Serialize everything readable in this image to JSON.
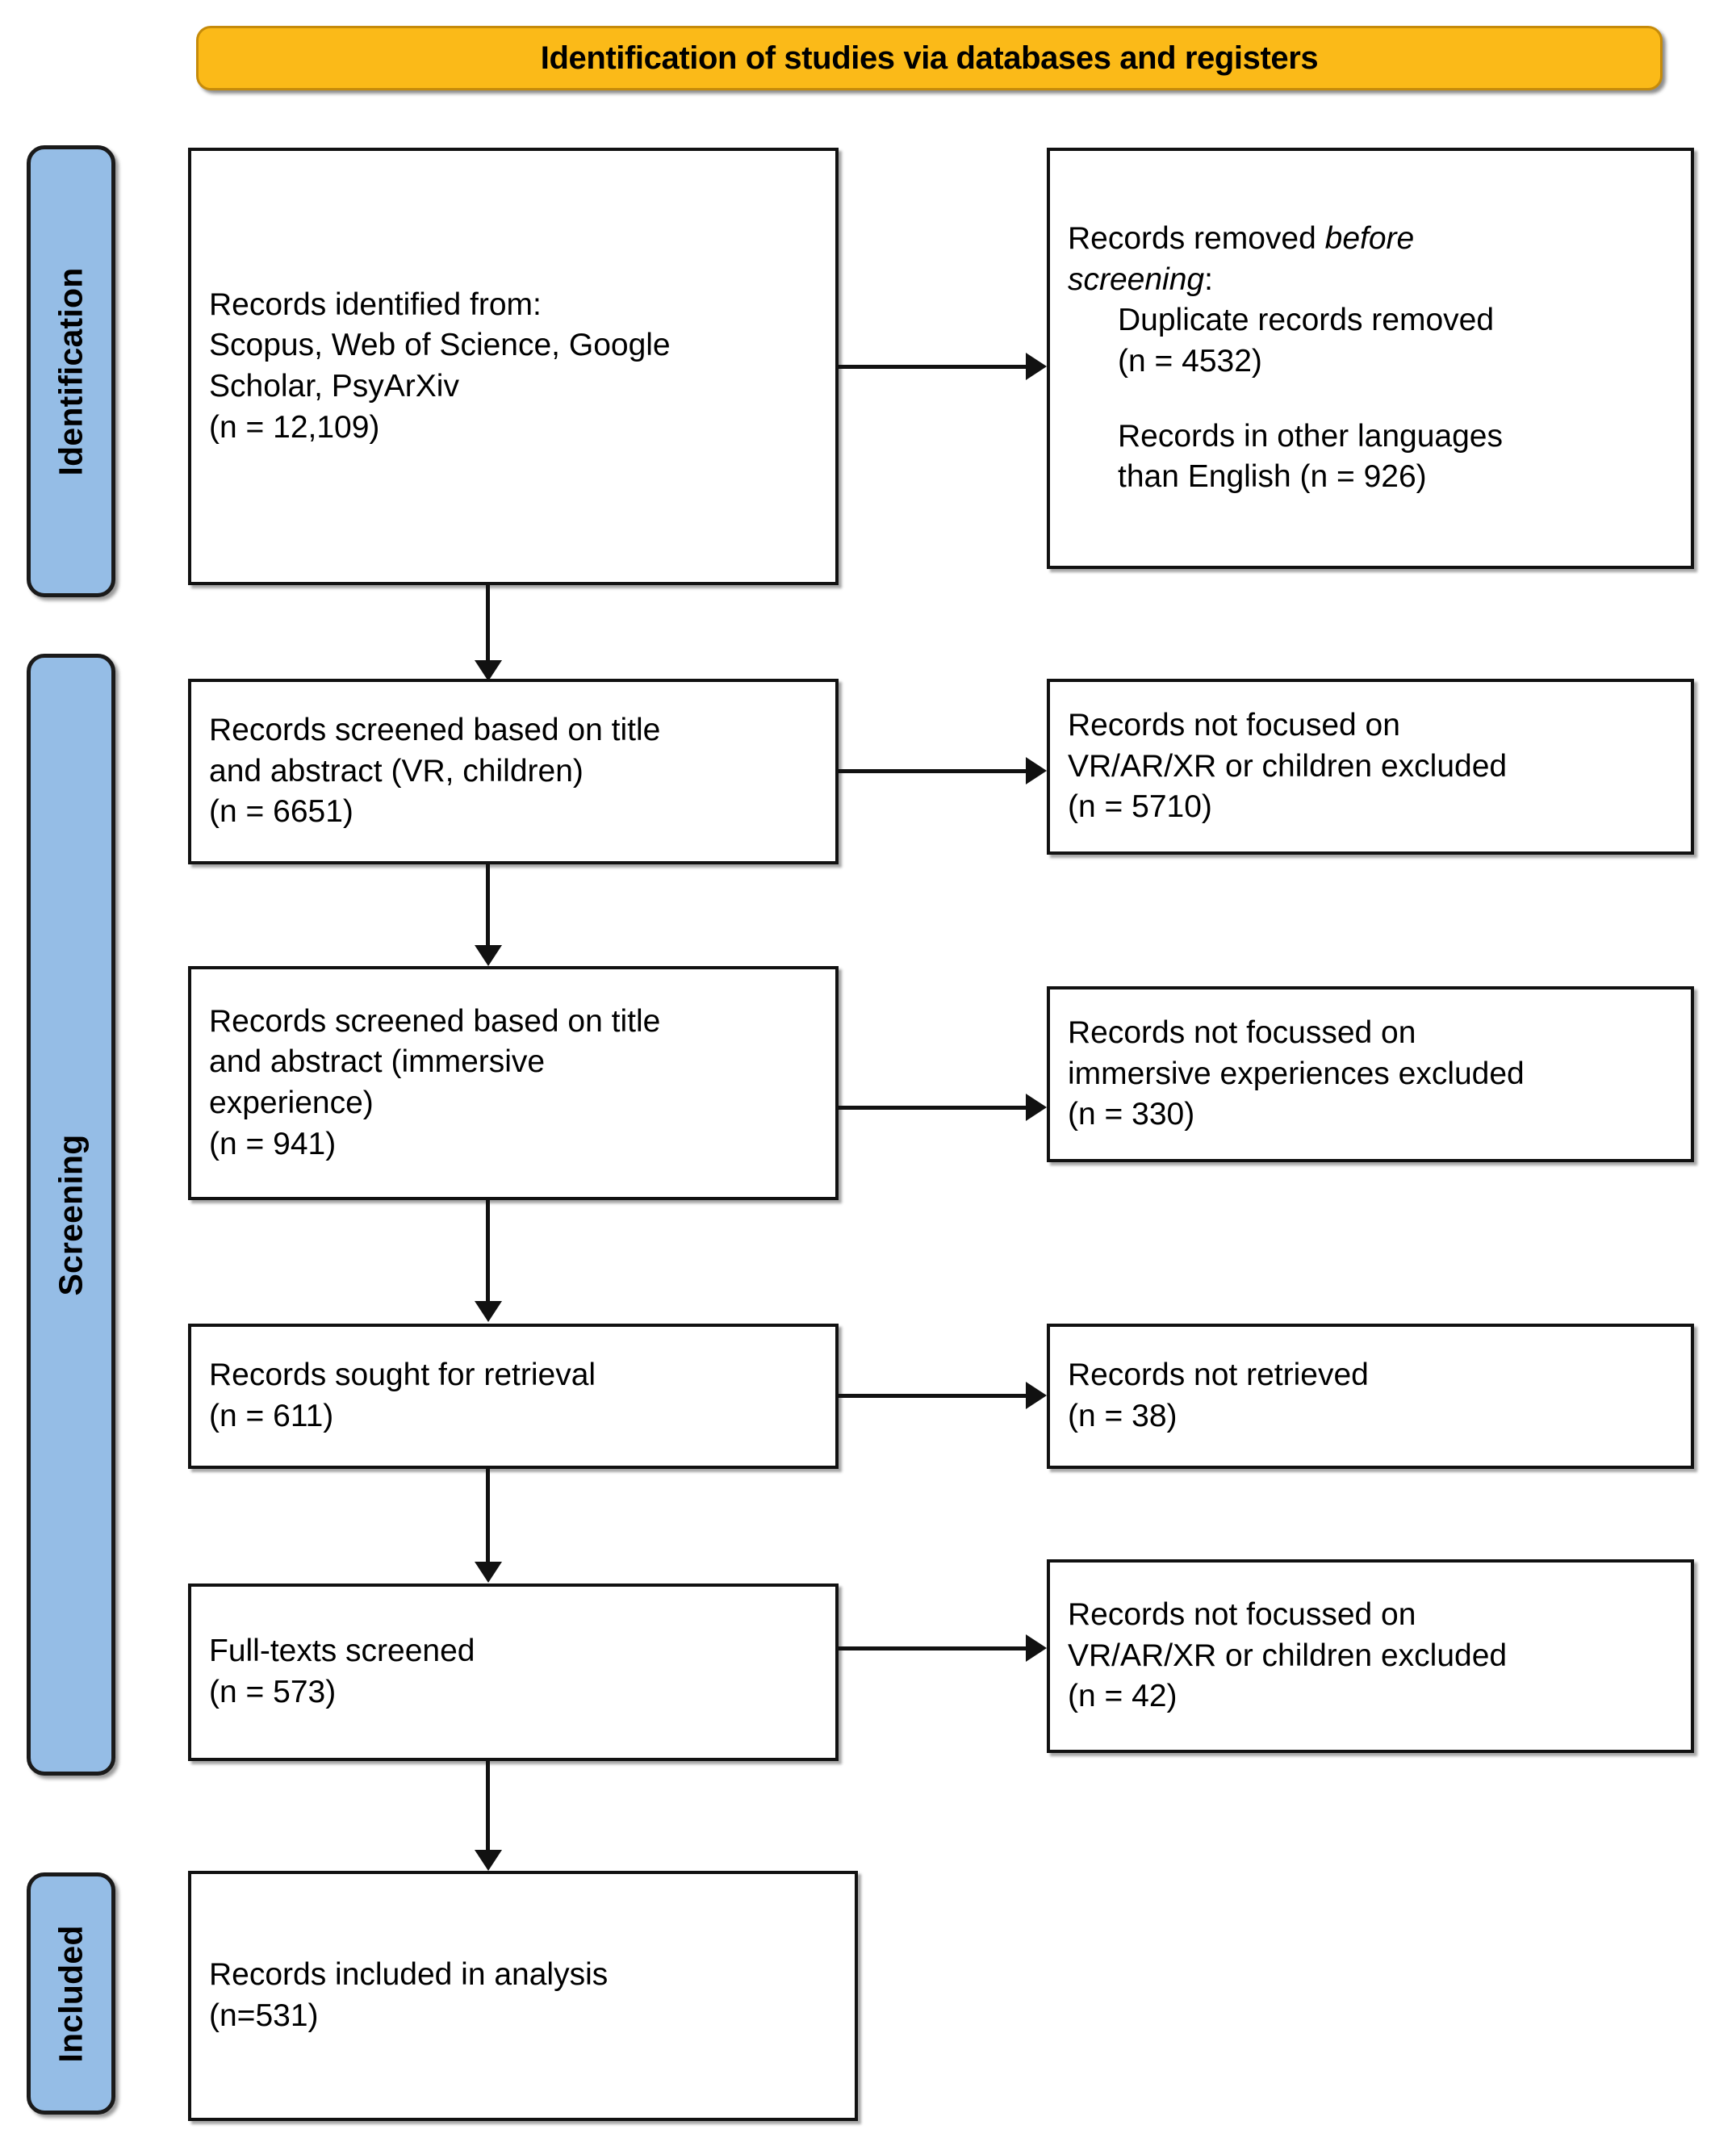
{
  "header": {
    "title": "Identification of studies via databases and registers",
    "banner_color": "#FBBA18",
    "banner_border_color": "#C68B0A"
  },
  "stages": {
    "accent_color": "#95BDE6",
    "items": [
      {
        "id": "identification",
        "label": "Identification"
      },
      {
        "id": "screening",
        "label": "Screening"
      },
      {
        "id": "included",
        "label": "Included"
      }
    ]
  },
  "flow": {
    "identified": {
      "line1": "Records identified from:",
      "line2": "Scopus, Web of Science, Google",
      "line3": "Scholar, PsyArXiv",
      "count": "(n = 12,109)"
    },
    "removed_before_screening": {
      "line1": "Records removed ",
      "line1_italic": "before",
      "line2_italic": "screening",
      "line2_tail": ":",
      "sub1_line1": "Duplicate records removed",
      "sub1_count": "(n = 4532)",
      "sub2_line1": "Records in other languages",
      "sub2_line2": "than English (n = 926)"
    },
    "screened_title_abstract_vr": {
      "line1": "Records screened based on title",
      "line2": "and abstract (VR, children)",
      "count": "(n = 6651)"
    },
    "excluded_vr_children": {
      "line1": "Records not focused on",
      "line2": "VR/AR/XR or children excluded",
      "count": "(n = 5710)"
    },
    "screened_title_abstract_immersive": {
      "line1": "Records screened based on title",
      "line2": "and abstract (immersive",
      "line3": "experience)",
      "count": "(n = 941)"
    },
    "excluded_immersive": {
      "line1": "Records not focussed on",
      "line2": "immersive experiences excluded",
      "count": "(n = 330)"
    },
    "sought_retrieval": {
      "line1": "Records sought for retrieval",
      "count": "(n = 611)"
    },
    "not_retrieved": {
      "line1": "Records not retrieved",
      "count": "(n = 38)"
    },
    "full_texts_screened": {
      "line1": "Full-texts screened",
      "count": "(n = 573)"
    },
    "excluded_full_text": {
      "line1": "Records not focussed on",
      "line2": "VR/AR/XR or children excluded",
      "count": "(n = 42)"
    },
    "included_analysis": {
      "line1": "Records included in analysis",
      "count": "(n=531)"
    }
  },
  "chart_data": {
    "type": "diagram",
    "diagram_kind": "prisma-flow",
    "title": "Identification of studies via databases and registers",
    "nodes": [
      {
        "id": "identified",
        "stage": "Identification",
        "column": "left",
        "label": "Records identified from: Scopus, Web of Science, Google Scholar, PsyArXiv",
        "n": 12109
      },
      {
        "id": "removed-before-screening",
        "stage": "Identification",
        "column": "right",
        "label": "Records removed before screening",
        "children": [
          {
            "label": "Duplicate records removed",
            "n": 4532
          },
          {
            "label": "Records in other languages than English",
            "n": 926
          }
        ]
      },
      {
        "id": "screened-vr",
        "stage": "Screening",
        "column": "left",
        "label": "Records screened based on title and abstract (VR, children)",
        "n": 6651
      },
      {
        "id": "excluded-vr",
        "stage": "Screening",
        "column": "right",
        "label": "Records not focused on VR/AR/XR or children excluded",
        "n": 5710
      },
      {
        "id": "screened-immersive",
        "stage": "Screening",
        "column": "left",
        "label": "Records screened based on title and abstract (immersive experience)",
        "n": 941
      },
      {
        "id": "excluded-immersive",
        "stage": "Screening",
        "column": "right",
        "label": "Records not focussed on immersive experiences excluded",
        "n": 330
      },
      {
        "id": "sought-retrieval",
        "stage": "Screening",
        "column": "left",
        "label": "Records sought for retrieval",
        "n": 611
      },
      {
        "id": "not-retrieved",
        "stage": "Screening",
        "column": "right",
        "label": "Records not retrieved",
        "n": 38
      },
      {
        "id": "full-texts",
        "stage": "Screening",
        "column": "left",
        "label": "Full-texts screened",
        "n": 573
      },
      {
        "id": "excluded-full-text",
        "stage": "Screening",
        "column": "right",
        "label": "Records not focussed on VR/AR/XR or children excluded",
        "n": 42
      },
      {
        "id": "included",
        "stage": "Included",
        "column": "left",
        "label": "Records included in analysis",
        "n": 531
      }
    ],
    "edges": [
      {
        "from": "identified",
        "to": "removed-before-screening",
        "direction": "right"
      },
      {
        "from": "identified",
        "to": "screened-vr",
        "direction": "down"
      },
      {
        "from": "screened-vr",
        "to": "excluded-vr",
        "direction": "right"
      },
      {
        "from": "screened-vr",
        "to": "screened-immersive",
        "direction": "down"
      },
      {
        "from": "screened-immersive",
        "to": "excluded-immersive",
        "direction": "right"
      },
      {
        "from": "screened-immersive",
        "to": "sought-retrieval",
        "direction": "down"
      },
      {
        "from": "sought-retrieval",
        "to": "not-retrieved",
        "direction": "right"
      },
      {
        "from": "sought-retrieval",
        "to": "full-texts",
        "direction": "down"
      },
      {
        "from": "full-texts",
        "to": "excluded-full-text",
        "direction": "right"
      },
      {
        "from": "full-texts",
        "to": "included",
        "direction": "down"
      }
    ]
  }
}
